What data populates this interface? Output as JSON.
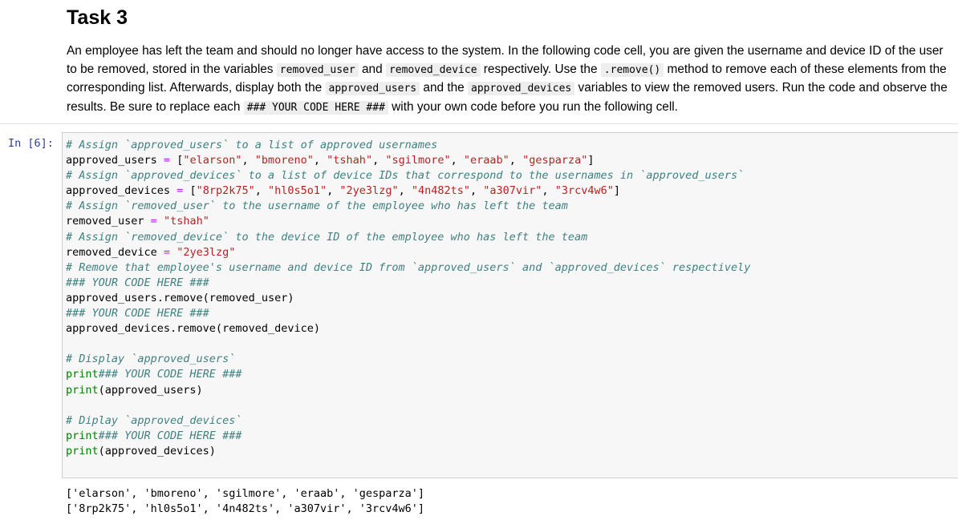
{
  "markdown": {
    "title": "Task 3",
    "paragraph": [
      {
        "t": "text",
        "v": "An employee has left the team and should no longer have access to the system. In the following code cell, you are given the username and device ID of the user to be removed, stored in the variables "
      },
      {
        "t": "code",
        "v": "removed_user"
      },
      {
        "t": "text",
        "v": " and "
      },
      {
        "t": "code",
        "v": "removed_device"
      },
      {
        "t": "text",
        "v": " respectively. Use the "
      },
      {
        "t": "code",
        "v": ".remove()"
      },
      {
        "t": "text",
        "v": " method to remove each of these elements from the corresponding list. Afterwards, display both the "
      },
      {
        "t": "code",
        "v": "approved_users"
      },
      {
        "t": "text",
        "v": " and the "
      },
      {
        "t": "code",
        "v": "approved_devices"
      },
      {
        "t": "text",
        "v": " variables to view the removed users. Run the code and observe the results. Be sure to replace each "
      },
      {
        "t": "code",
        "v": "### YOUR CODE HERE ###"
      },
      {
        "t": "text",
        "v": " with your own code before you run the following cell."
      }
    ]
  },
  "cell": {
    "prompt": "In [6]:",
    "lines": [
      [
        {
          "c": "comment",
          "v": "# Assign `approved_users` to a list of approved usernames"
        }
      ],
      [
        {
          "c": "plain",
          "v": "approved_users "
        },
        {
          "c": "op",
          "v": "="
        },
        {
          "c": "plain",
          "v": " ["
        },
        {
          "c": "string",
          "v": "\"elarson\""
        },
        {
          "c": "plain",
          "v": ", "
        },
        {
          "c": "string",
          "v": "\"bmoreno\""
        },
        {
          "c": "plain",
          "v": ", "
        },
        {
          "c": "string",
          "v": "\"tshah\""
        },
        {
          "c": "plain",
          "v": ", "
        },
        {
          "c": "string",
          "v": "\"sgilmore\""
        },
        {
          "c": "plain",
          "v": ", "
        },
        {
          "c": "string",
          "v": "\"eraab\""
        },
        {
          "c": "plain",
          "v": ", "
        },
        {
          "c": "string",
          "v": "\"gesparza\""
        },
        {
          "c": "plain",
          "v": "]"
        }
      ],
      [
        {
          "c": "comment",
          "v": "# Assign `approved_devices` to a list of device IDs that correspond to the usernames in `approved_users`"
        }
      ],
      [
        {
          "c": "plain",
          "v": "approved_devices "
        },
        {
          "c": "op",
          "v": "="
        },
        {
          "c": "plain",
          "v": " ["
        },
        {
          "c": "string",
          "v": "\"8rp2k75\""
        },
        {
          "c": "plain",
          "v": ", "
        },
        {
          "c": "string",
          "v": "\"hl0s5o1\""
        },
        {
          "c": "plain",
          "v": ", "
        },
        {
          "c": "string",
          "v": "\"2ye3lzg\""
        },
        {
          "c": "plain",
          "v": ", "
        },
        {
          "c": "string",
          "v": "\"4n482ts\""
        },
        {
          "c": "plain",
          "v": ", "
        },
        {
          "c": "string",
          "v": "\"a307vir\""
        },
        {
          "c": "plain",
          "v": ", "
        },
        {
          "c": "string",
          "v": "\"3rcv4w6\""
        },
        {
          "c": "plain",
          "v": "]"
        }
      ],
      [
        {
          "c": "comment",
          "v": "# Assign `removed_user` to the username of the employee who has left the team"
        }
      ],
      [
        {
          "c": "plain",
          "v": "removed_user "
        },
        {
          "c": "op",
          "v": "="
        },
        {
          "c": "plain",
          "v": " "
        },
        {
          "c": "string",
          "v": "\"tshah\""
        }
      ],
      [
        {
          "c": "comment",
          "v": "# Assign `removed_device` to the device ID of the employee who has left the team"
        }
      ],
      [
        {
          "c": "plain",
          "v": "removed_device "
        },
        {
          "c": "op",
          "v": "="
        },
        {
          "c": "plain",
          "v": " "
        },
        {
          "c": "string",
          "v": "\"2ye3lzg\""
        }
      ],
      [
        {
          "c": "comment",
          "v": "# Remove that employee's username and device ID from `approved_users` and `approved_devices` respectively"
        }
      ],
      [
        {
          "c": "comment",
          "v": "### YOUR CODE HERE ###"
        }
      ],
      [
        {
          "c": "plain",
          "v": "approved_users.remove(removed_user)"
        }
      ],
      [
        {
          "c": "comment",
          "v": "### YOUR CODE HERE ###"
        }
      ],
      [
        {
          "c": "plain",
          "v": "approved_devices.remove(removed_device)"
        }
      ],
      [],
      [
        {
          "c": "comment",
          "v": "# Display `approved_users`"
        }
      ],
      [
        {
          "c": "builtin",
          "v": "print"
        },
        {
          "c": "comment",
          "v": "### YOUR CODE HERE ###"
        }
      ],
      [
        {
          "c": "builtin",
          "v": "print"
        },
        {
          "c": "plain",
          "v": "(approved_users)"
        }
      ],
      [],
      [
        {
          "c": "comment",
          "v": "# Diplay `approved_devices`"
        }
      ],
      [
        {
          "c": "builtin",
          "v": "print"
        },
        {
          "c": "comment",
          "v": "### YOUR CODE HERE ###"
        }
      ],
      [
        {
          "c": "builtin",
          "v": "print"
        },
        {
          "c": "plain",
          "v": "(approved_devices)"
        }
      ]
    ]
  },
  "output": {
    "lines": [
      "['elarson', 'bmoreno', 'sgilmore', 'eraab', 'gesparza']",
      "['8rp2k75', 'hl0s5o1', '4n482ts', 'a307vir', '3rcv4w6']"
    ]
  }
}
